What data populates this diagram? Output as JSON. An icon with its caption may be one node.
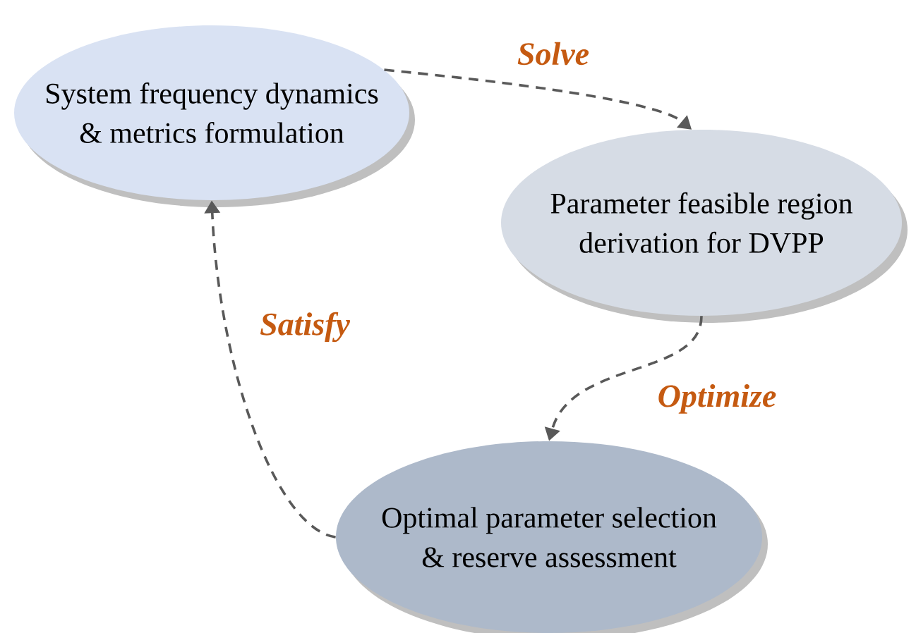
{
  "diagram": {
    "nodes": [
      {
        "text": [
          "System frequency dynamics & metrics formulation"
        ]
      },
      {
        "text": [
          "Parameter feasible region derivation for DVPP"
        ]
      },
      {
        "text": [
          "Optimal parameter selection & reserve assessment"
        ]
      }
    ],
    "edges": [
      {
        "from": 0,
        "to": 1,
        "arrow": "to",
        "label": "Solve",
        "style": "dashed"
      },
      {
        "from": 1,
        "to": 2,
        "arrow": "to",
        "label": "Optimize",
        "style": "dashed"
      },
      {
        "from": 2,
        "to": 0,
        "arrow": "to",
        "label": "Satisfy",
        "style": "dashed"
      }
    ]
  }
}
